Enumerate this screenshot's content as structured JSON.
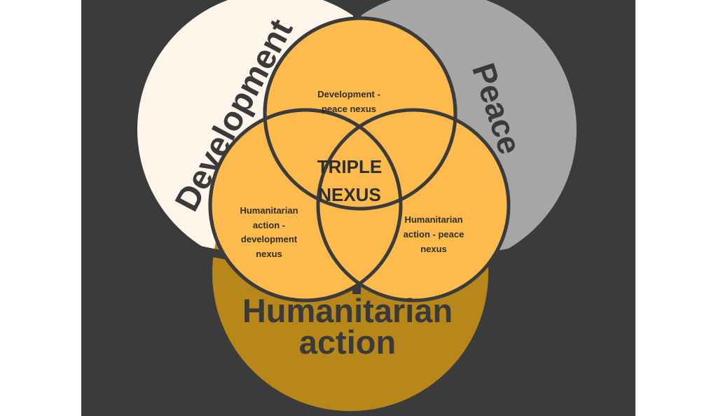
{
  "colors": {
    "background": "#3b3b3b",
    "development": "#fdf5ea",
    "peace": "#a6a6a6",
    "humanitarian": "#b78819",
    "overlap": "#fcbb4c",
    "outline": "#3b3b3b",
    "text": "#3a3a3a"
  },
  "diagram": {
    "circles": {
      "development": "Development",
      "peace": "Peace",
      "humanitarian_line1": "Humanitarian",
      "humanitarian_line2": "action"
    },
    "overlaps": {
      "dev_peace_line1": "Development -",
      "dev_peace_line2": "peace nexus",
      "hum_dev_line1": "Humanitarian",
      "hum_dev_line2": "action -",
      "hum_dev_line3": "development",
      "hum_dev_line4": "nexus",
      "hum_peace_line1": "Humanitarian",
      "hum_peace_line2": "action - peace",
      "hum_peace_line3": "nexus"
    },
    "center_line1": "TRIPLE",
    "center_line2": "NEXUS"
  }
}
